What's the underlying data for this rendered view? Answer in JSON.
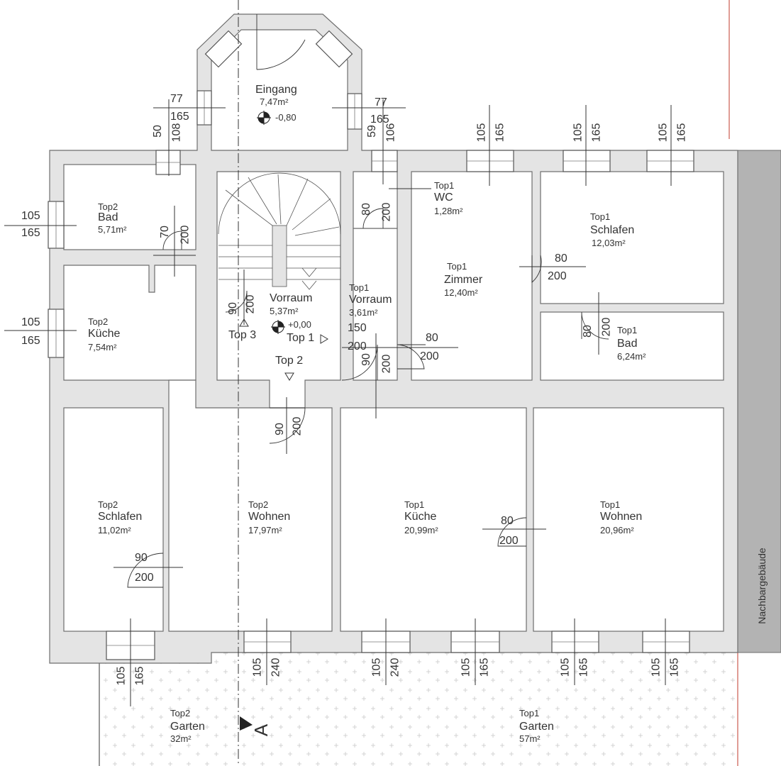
{
  "title": "",
  "rooms": {
    "eingang": {
      "name": "Eingang",
      "area": "7,47m²",
      "level": "-0,80"
    },
    "top2_bad": {
      "top": "Top2",
      "name": "Bad",
      "area": "5,71m²"
    },
    "top2_kueche": {
      "top": "Top2",
      "name": "Küche",
      "area": "7,54m²"
    },
    "top2_schlafen": {
      "top": "Top2",
      "name": "Schlafen",
      "area": "11,02m²"
    },
    "top2_wohnen": {
      "top": "Top2",
      "name": "Wohnen",
      "area": "17,97m²"
    },
    "vorraum": {
      "name": "Vorraum",
      "area": "5,37m²",
      "level": "+0,00"
    },
    "top1_vorraum": {
      "top": "Top1",
      "name": "Vorraum",
      "area": "3,61m²"
    },
    "top1_wc": {
      "top": "Top1",
      "name": "WC",
      "area": "1,28m²"
    },
    "top1_zimmer": {
      "top": "Top1",
      "name": "Zimmer",
      "area": "12,40m²"
    },
    "top1_schlafen": {
      "top": "Top1",
      "name": "Schlafen",
      "area": "12,03m²"
    },
    "top1_bad": {
      "top": "Top1",
      "name": "Bad",
      "area": "6,24m²"
    },
    "top1_kueche": {
      "top": "Top1",
      "name": "Küche",
      "area": "20,99m²"
    },
    "top1_wohnen": {
      "top": "Top1",
      "name": "Wohnen",
      "area": "20,96m²"
    },
    "top2_garten": {
      "top": "Top2",
      "name": "Garten",
      "area": "32m²"
    },
    "top1_garten": {
      "top": "Top1",
      "name": "Garten",
      "area": "57m²"
    }
  },
  "entries": {
    "top1": "Top 1",
    "top2": "Top 2",
    "top3": "Top 3"
  },
  "neighbour": "Nachbargebäude",
  "section_marker": "A",
  "dims": {
    "d77a": "77",
    "d165a": "165",
    "d77b": "77",
    "d165b": "165",
    "w50": "50",
    "w108": "108",
    "w59": "59",
    "w106": "106",
    "t1": [
      "105",
      "165"
    ],
    "t2": [
      "105",
      "165"
    ],
    "t3": [
      "105",
      "165"
    ],
    "left1": [
      "105",
      "165"
    ],
    "left2": [
      "105",
      "165"
    ],
    "bot1": [
      "105",
      "165"
    ],
    "bot2": [
      "105",
      "240"
    ],
    "bot3": [
      "105",
      "240"
    ],
    "bot4": [
      "105",
      "165"
    ],
    "bot5": [
      "105",
      "165"
    ],
    "bot6": [
      "105",
      "165"
    ],
    "door_bad2": [
      "70",
      "200"
    ],
    "door_wc": [
      "80",
      "200"
    ],
    "door_stair": [
      "90",
      "200"
    ],
    "door_v1": [
      "150",
      "200"
    ],
    "door_v2": [
      "90",
      "200"
    ],
    "door_zim": [
      "80",
      "200"
    ],
    "door_schl1": [
      "80",
      "200"
    ],
    "door_bad1": [
      "80",
      "200"
    ],
    "door_top2": [
      "90",
      "200"
    ],
    "door_schl2": [
      "90",
      "200"
    ],
    "door_kue1": [
      "80",
      "200"
    ]
  }
}
